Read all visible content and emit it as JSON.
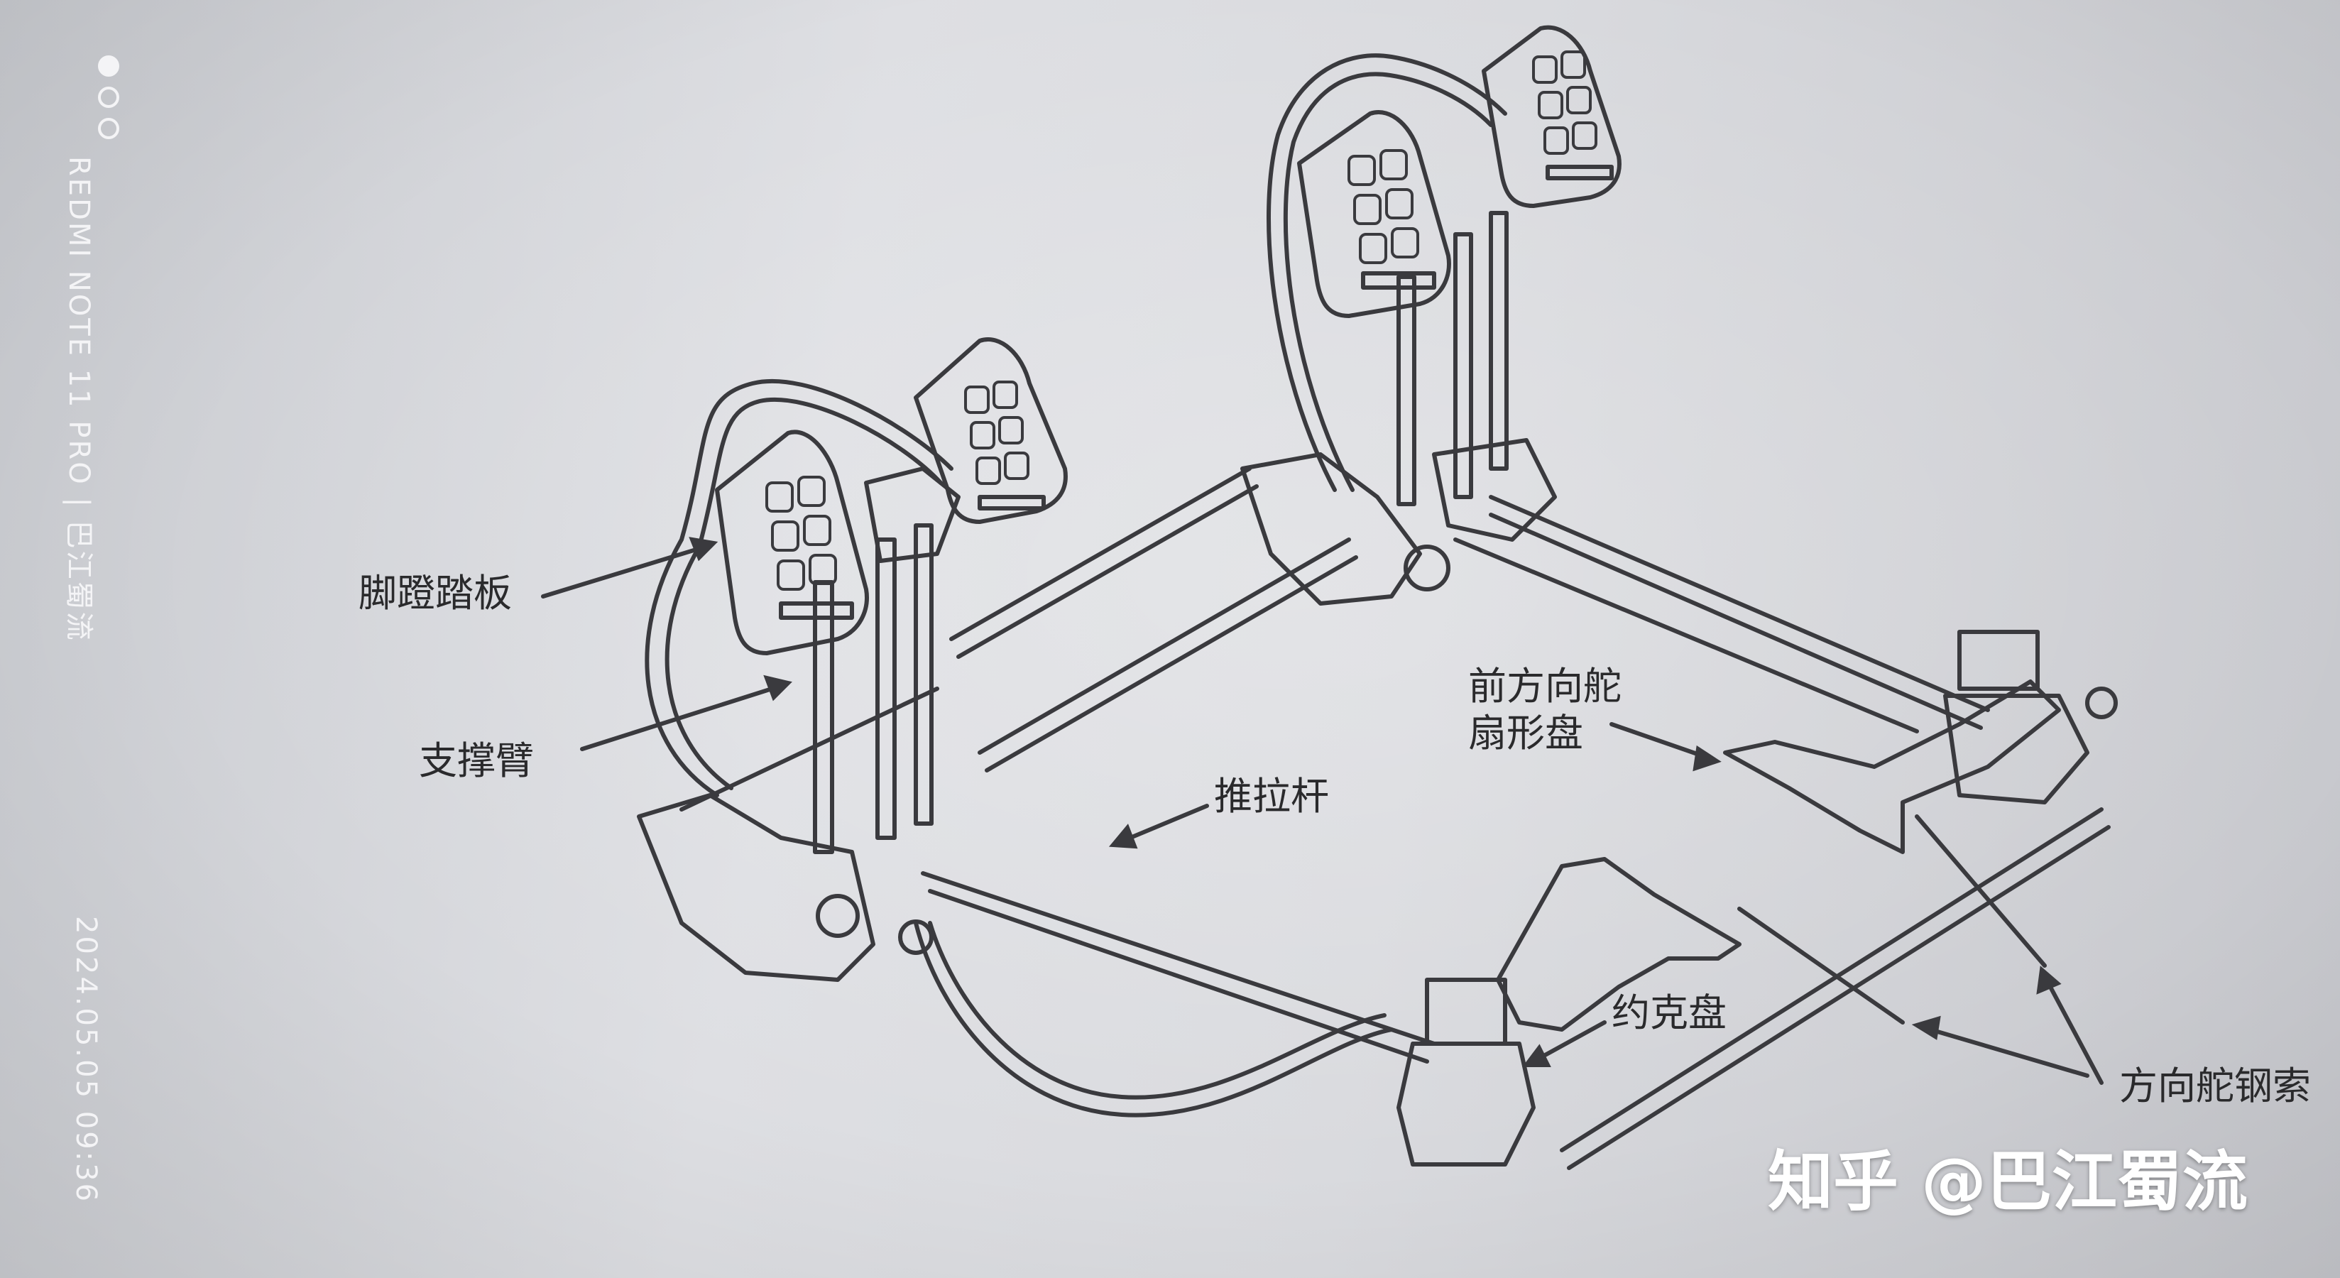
{
  "labels": {
    "pedal": "脚蹬踏板",
    "support_arm": "支撑臂",
    "push_rod": "推拉杆",
    "front_rudder_sector_1": "前方向舵",
    "front_rudder_sector_2": "扇形盘",
    "yoke_disc": "约克盘",
    "rudder_cable": "方向舵钢索"
  },
  "camera_overlay": {
    "device": "REDMI NOTE 11 PRO | 巴江蜀流",
    "datetime": "2024.05.05  09:36"
  },
  "watermark": "知乎 @巴江蜀流",
  "colors": {
    "line": "#3a3a3e",
    "text": "#2a2a2c",
    "overlay": "#f4f4f6"
  }
}
